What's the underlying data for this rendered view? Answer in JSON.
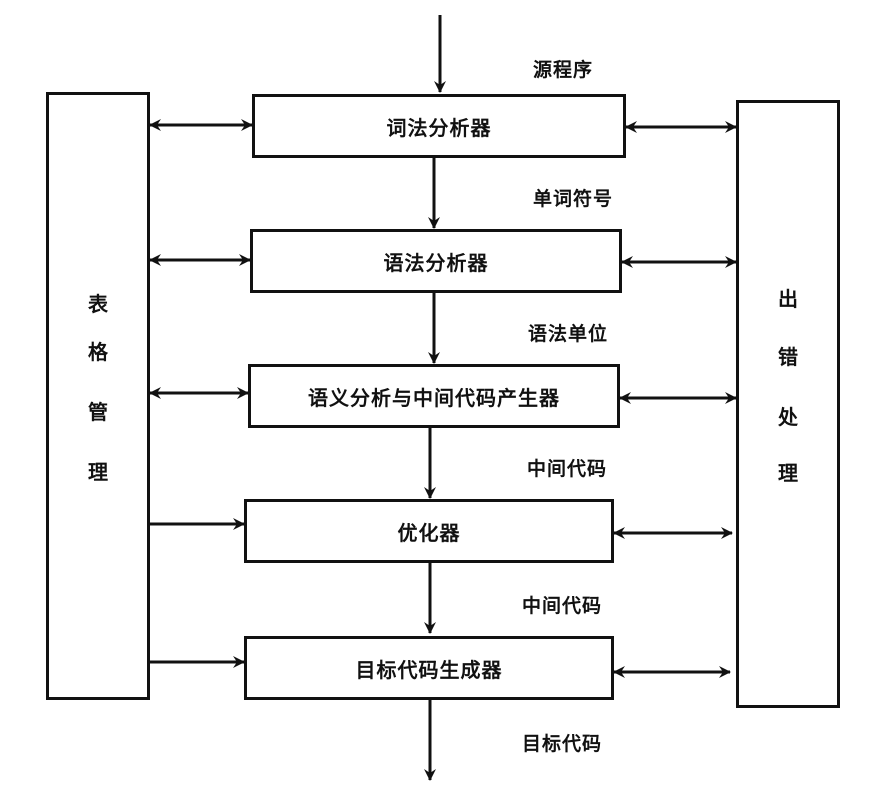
{
  "diagram": {
    "input_label": "源程序",
    "stages": [
      {
        "label": "词法分析器",
        "output": "单词符号"
      },
      {
        "label": "语法分析器",
        "output": "语法单位"
      },
      {
        "label": "语义分析与中间代码产生器",
        "output": "中间代码"
      },
      {
        "label": "优化器",
        "output": "中间代码"
      },
      {
        "label": "目标代码生成器",
        "output": "目标代码"
      }
    ],
    "left_panel": {
      "chars": [
        "表",
        "格",
        "管",
        "理"
      ]
    },
    "right_panel": {
      "chars": [
        "出",
        "错",
        "处",
        "理"
      ]
    }
  }
}
